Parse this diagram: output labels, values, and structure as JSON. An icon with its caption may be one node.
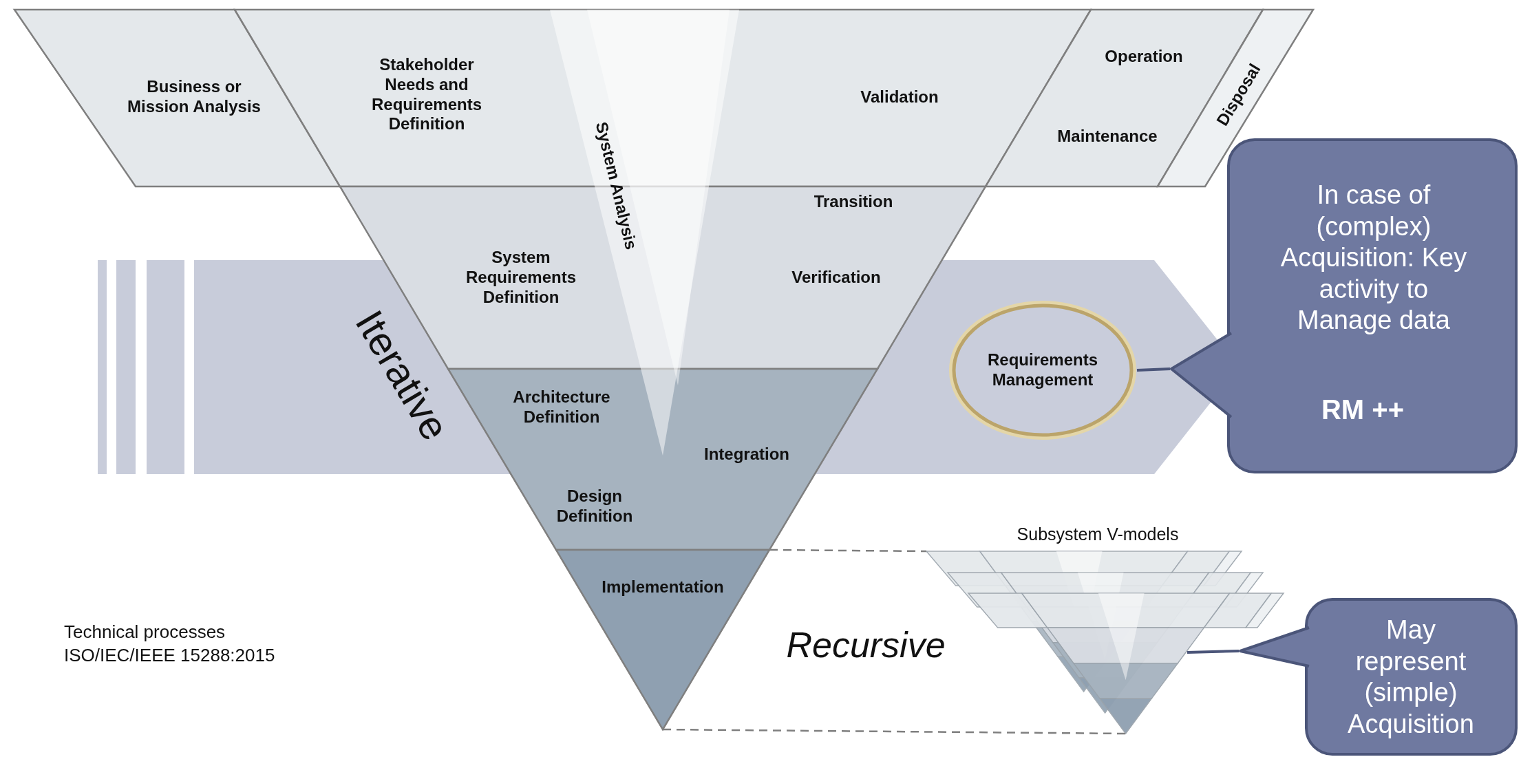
{
  "diagram": {
    "nodes": [
      {
        "text": [
          "Business or Mission Analysis"
        ]
      },
      {
        "text": [
          "Stakeholder Needs and Requirements Definition",
          "Validation"
        ]
      },
      {
        "text": [
          "System Analysis"
        ]
      },
      {
        "text": [
          "Operation",
          "Maintenance"
        ]
      },
      {
        "text": [
          "Disposal"
        ]
      },
      {
        "text": [
          "System Requirements Definition",
          "Transition",
          "Verification"
        ]
      },
      {
        "text": [
          "Architecture Definition",
          "Integration",
          "Design Definition"
        ]
      },
      {
        "text": [
          "Requirements Management"
        ]
      },
      {
        "text": [
          "In case of (complex) Acquisition: Key activity to Manage data",
          "RM ++"
        ]
      },
      {
        "text": [
          "Implementation"
        ]
      },
      {
        "text": [
          "Subsystem V-models"
        ]
      },
      {
        "text": [
          "May represent (simple) Acquisition"
        ]
      }
    ],
    "edges": [
      {
        "from": 8,
        "to": 7,
        "arrow": "none"
      },
      {
        "from": 11,
        "to": 10,
        "arrow": "none"
      },
      {
        "from": 9,
        "to": 10,
        "arrow": "none",
        "style": "dashed"
      },
      {
        "from": 9,
        "to": 10,
        "arrow": "none",
        "style": "dashed"
      }
    ],
    "labels": [
      "Iterative",
      "Technical processes ISO/IEC/IEEE 15288:2015",
      "Recursive"
    ]
  }
}
